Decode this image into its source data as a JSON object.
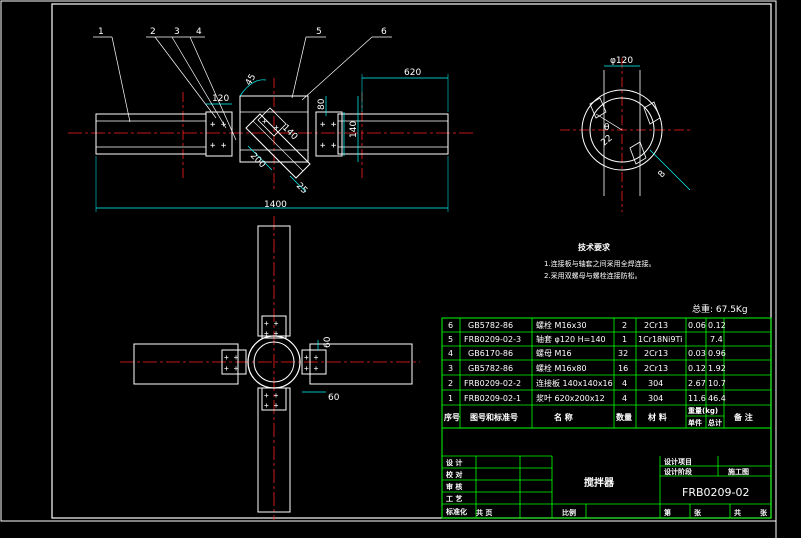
{
  "colors": {
    "background": "#000000",
    "frame": "#ffffff",
    "part": "#ffffff",
    "dimension": "#00ffff",
    "centerline": "#ff2020",
    "table": "#00ff00",
    "text_yellow": "#ffff00",
    "hidden": "#ff40ff"
  },
  "front_view": {
    "leaders": [
      "1",
      "2",
      "3",
      "4",
      "5",
      "6"
    ],
    "dims": {
      "d620": "620",
      "d120": "120",
      "d45": "45",
      "d80": "80",
      "d140": "140",
      "d140b": "140",
      "d200": "200",
      "d25": "25",
      "d1400": "1400"
    }
  },
  "section_view": {
    "dims": {
      "phi120": "φ120",
      "theta": "θ",
      "d22": "22",
      "d8": "8"
    }
  },
  "plan_view": {
    "dims": {
      "d60a": "60",
      "d60b": "60"
    }
  },
  "notes": {
    "heading": "技术要求",
    "lines": [
      "1.连接板与轴套之间采用全焊连接。",
      "2.采用双螺母与螺栓连接防松。"
    ]
  },
  "mass": {
    "label": "总重: 67.5Kg"
  },
  "bom": {
    "rows": [
      {
        "no": "6",
        "code": "GB5782-86",
        "name": "螺栓 M16x30",
        "qty": "2",
        "material": "2Cr13",
        "unit": "0.06",
        "total": "0.12"
      },
      {
        "no": "5",
        "code": "FRB0209-02-3",
        "name": "轴套 φ120  H=140",
        "qty": "1",
        "material": "1Cr18Ni9Ti",
        "unit": "",
        "total": "7.4"
      },
      {
        "no": "4",
        "code": "GB6170-86",
        "name": "螺母 M16",
        "qty": "32",
        "material": "2Cr13",
        "unit": "0.03",
        "total": "0.96"
      },
      {
        "no": "3",
        "code": "GB5782-86",
        "name": "螺栓 M16x80",
        "qty": "16",
        "material": "2Cr13",
        "unit": "0.12",
        "total": "1.92"
      },
      {
        "no": "2",
        "code": "FRB0209-02-2",
        "name": "连接板 140x140x16",
        "qty": "4",
        "material": "304",
        "unit": "2.67",
        "total": "10.7"
      },
      {
        "no": "1",
        "code": "FRB0209-02-1",
        "name": "浆叶 620x200x12",
        "qty": "4",
        "material": "304",
        "unit": "11.6",
        "total": "46.4"
      }
    ],
    "header": {
      "no": "序号",
      "code": "图号和标准号",
      "name": "名    称",
      "qty": "数量",
      "material": "材  料",
      "weight": "重量(kg)",
      "unit": "单件",
      "total": "总计",
      "remark": "备  注"
    }
  },
  "title_block": {
    "left_labels": [
      "设  计",
      "校  对",
      "审  核",
      "工  艺",
      "标准化"
    ],
    "drawing_name": "搅拌器",
    "project_labels": [
      "设计项目",
      "设计阶段"
    ],
    "stage": "施工图",
    "drawing_no": "FRB0209-02",
    "bottom_labels": [
      "共  页",
      "比例",
      "第",
      "张",
      "共",
      "张"
    ]
  }
}
